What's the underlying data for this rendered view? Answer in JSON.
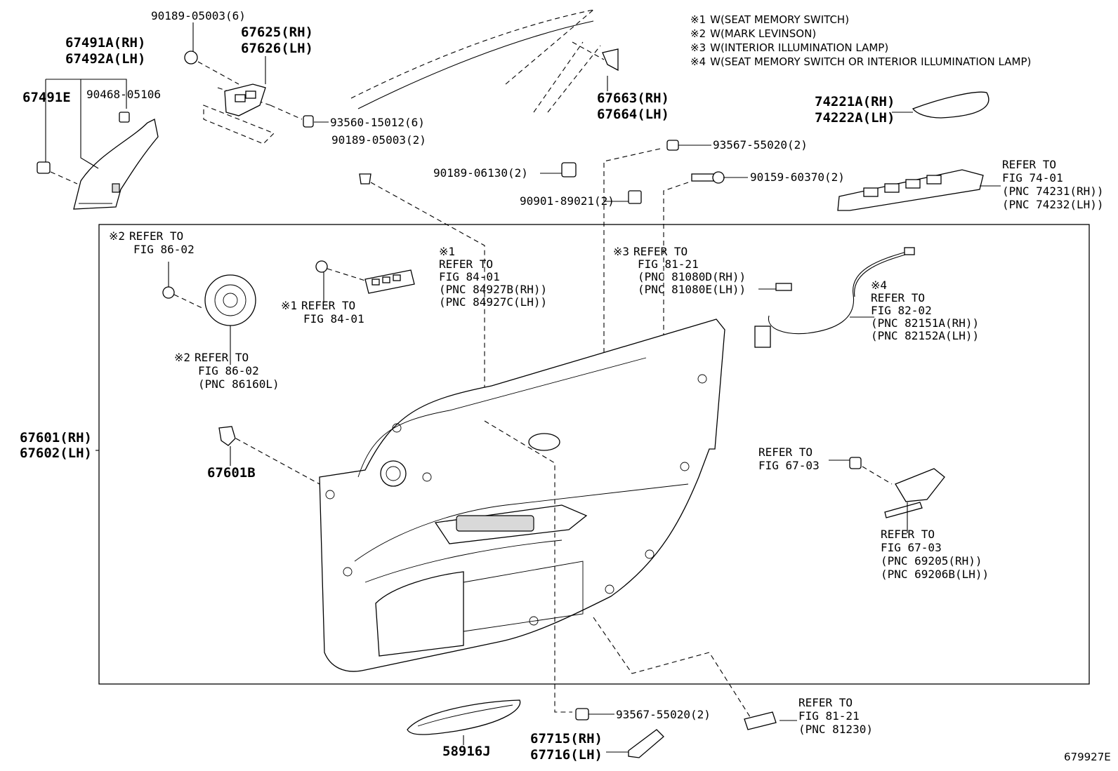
{
  "diagram_id": "679927E",
  "notes": [
    {
      "mark": "※1",
      "text": "W(SEAT MEMORY SWITCH)"
    },
    {
      "mark": "※2",
      "text": "W(MARK LEVINSON)"
    },
    {
      "mark": "※3",
      "text": "W(INTERIOR ILLUMINATION LAMP)"
    },
    {
      "mark": "※4",
      "text": "W(SEAT MEMORY SWITCH OR INTERIOR ILLUMINATION LAMP)"
    }
  ],
  "labels": {
    "p90189_05003_6": "90189-05003(6)",
    "p67491A": "67491A(RH)",
    "p67492A": "67492A(LH)",
    "p67625": "67625(RH)",
    "p67626": "67626(LH)",
    "p67491E": "67491E",
    "p90468": "90468-05106",
    "p93560": "93560-15012(6)",
    "p90189_05003_2": "90189-05003(2)",
    "p67663": "67663(RH)",
    "p67664": "67664(LH)",
    "p74221A": "74221A(RH)",
    "p74222A": "74222A(LH)",
    "p93567_top": "93567-55020(2)",
    "p90189_06130": "90189-06130(2)",
    "p90159": "90159-60370(2)",
    "p90901": "90901-89021(2)",
    "ref_74_a": "REFER TO",
    "ref_74_b": "FIG 74-01",
    "ref_74_c": "(PNC 74231(RH))",
    "ref_74_d": "(PNC 74232(LH))",
    "ref_86_top_mark": "※2",
    "ref_86_top_a": "REFER TO",
    "ref_86_top_b": "FIG 86-02",
    "ref_84_sw_mark": "※1",
    "ref_84_sw_a": "REFER TO",
    "ref_84_sw_b": "FIG 84-01",
    "ref_84_sw_c": "(PNC 84927B(RH))",
    "ref_84_sw_d": "(PNC 84927C(LH))",
    "ref_84_scr_mark": "※1",
    "ref_84_scr_a": "REFER TO",
    "ref_84_scr_b": "FIG 84-01",
    "ref_81_lamp_mark": "※3",
    "ref_81_lamp_a": "REFER TO",
    "ref_81_lamp_b": "FIG 81-21",
    "ref_81_lamp_c": "(PNC 81080D(RH))",
    "ref_81_lamp_d": "(PNC 81080E(LH))",
    "ref_82_mark": "※4",
    "ref_82_a": "REFER TO",
    "ref_82_b": "FIG 82-02",
    "ref_82_c": "(PNC 82151A(RH))",
    "ref_82_d": "(PNC 82152A(LH))",
    "ref_86_spk_mark": "※2",
    "ref_86_spk_a": "REFER TO",
    "ref_86_spk_b": "FIG 86-02",
    "ref_86_spk_c": "(PNC 86160L)",
    "p67601": "67601(RH)",
    "p67602": "67602(LH)",
    "p67601B": "67601B",
    "ref_67_scr_a": "REFER TO",
    "ref_67_scr_b": "FIG 67-03",
    "ref_67_h_a": "REFER TO",
    "ref_67_h_b": "FIG 67-03",
    "ref_67_h_c": "(PNC 69205(RH))",
    "ref_67_h_d": "(PNC 69206B(LH))",
    "p93567_bot": "93567-55020(2)",
    "ref_81230_a": "REFER TO",
    "ref_81230_b": "FIG 81-21",
    "ref_81230_c": "(PNC 81230)",
    "p58916J": "58916J",
    "p67715": "67715(RH)",
    "p67716": "67716(LH)"
  }
}
